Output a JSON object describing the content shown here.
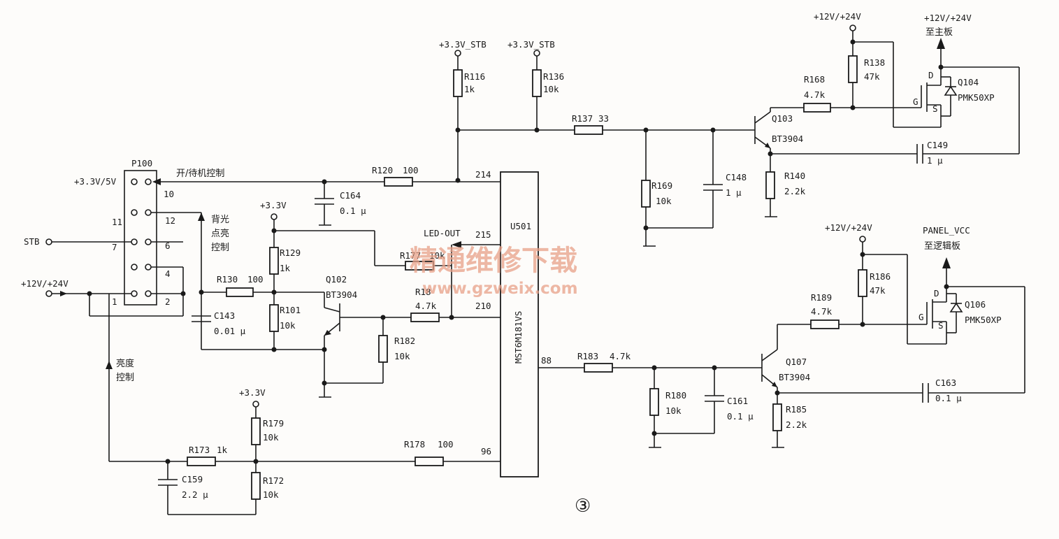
{
  "rails": {
    "stb1": "+3.3V_STB",
    "stb2": "+3.3V_STB",
    "v12_top": "+12V/+24V",
    "v12_out": "+12V/+24V",
    "to_main": "至主板",
    "v12_bot": "+12V/+24V",
    "panel_vcc": "PANEL_VCC",
    "to_logic": "至逻辑板",
    "v33a": "+3.3V",
    "v33b": "+3.3V"
  },
  "connector": {
    "name": "P100",
    "left_rail": "+3.3V/5V",
    "stb": "STB",
    "v12_in": "+12V/+24V",
    "pins": [
      "10",
      "11",
      "12",
      "7",
      "6",
      "4",
      "1",
      "2"
    ]
  },
  "signals": {
    "onoff": "开/待机控制",
    "bl1": "背光",
    "bl2": "点亮",
    "bl3": "控制",
    "br1": "亮度",
    "br2": "控制",
    "led_out": "LED-OUT"
  },
  "ic": {
    "ref": "U501",
    "part": "MST6M181VS",
    "pins": [
      "214",
      "215",
      "210",
      "88",
      "96"
    ]
  },
  "resistors": {
    "R116": [
      "R116",
      "1k"
    ],
    "R136": [
      "R136",
      "10k"
    ],
    "R137": [
      "R137",
      "33"
    ],
    "R138": [
      "R138",
      "47k"
    ],
    "R168": [
      "R168",
      "4.7k"
    ],
    "R169": [
      "R169",
      "10k"
    ],
    "R140": [
      "R140",
      "2.2k"
    ],
    "R120": [
      "R120",
      "100"
    ],
    "R129": [
      "R129",
      "1k"
    ],
    "R130": [
      "R130",
      "100"
    ],
    "R101": [
      "R101",
      "10k"
    ],
    "R177": [
      "R177",
      "10k"
    ],
    "R18": [
      "R18",
      "4.7k"
    ],
    "R182": [
      "R182",
      "10k"
    ],
    "R183": [
      "R183",
      "4.7k"
    ],
    "R180": [
      "R180",
      "10k"
    ],
    "R185": [
      "R185",
      "2.2k"
    ],
    "R186": [
      "R186",
      "47k"
    ],
    "R189": [
      "R189",
      "4.7k"
    ],
    "R179": [
      "R179",
      "10k"
    ],
    "R173": [
      "R173",
      "1k"
    ],
    "R178": [
      "R178",
      "100"
    ],
    "R172": [
      "R172",
      "10k"
    ]
  },
  "capacitors": {
    "C164": [
      "C164",
      "0.1 µ"
    ],
    "C148": [
      "C148",
      "1 µ"
    ],
    "C149": [
      "C149",
      "1 µ"
    ],
    "C143": [
      "C143",
      "0.01 µ"
    ],
    "C161": [
      "C161",
      "0.1 µ"
    ],
    "C163": [
      "C163",
      "0.1 µ"
    ],
    "C159": [
      "C159",
      "2.2 µ"
    ]
  },
  "transistors": {
    "Q102": [
      "Q102",
      "BT3904"
    ],
    "Q103": [
      "Q103",
      "BT3904"
    ],
    "Q107": [
      "Q107",
      "BT3904"
    ],
    "Q104": [
      "Q104",
      "PMK50XP"
    ],
    "Q106": [
      "Q106",
      "PMK50XP"
    ]
  },
  "fet_pins": {
    "d": "D",
    "g": "G",
    "s": "S"
  },
  "watermark": {
    "cn": "精通维修下载",
    "url": "www.gzweix.com"
  },
  "figure_no": "③"
}
